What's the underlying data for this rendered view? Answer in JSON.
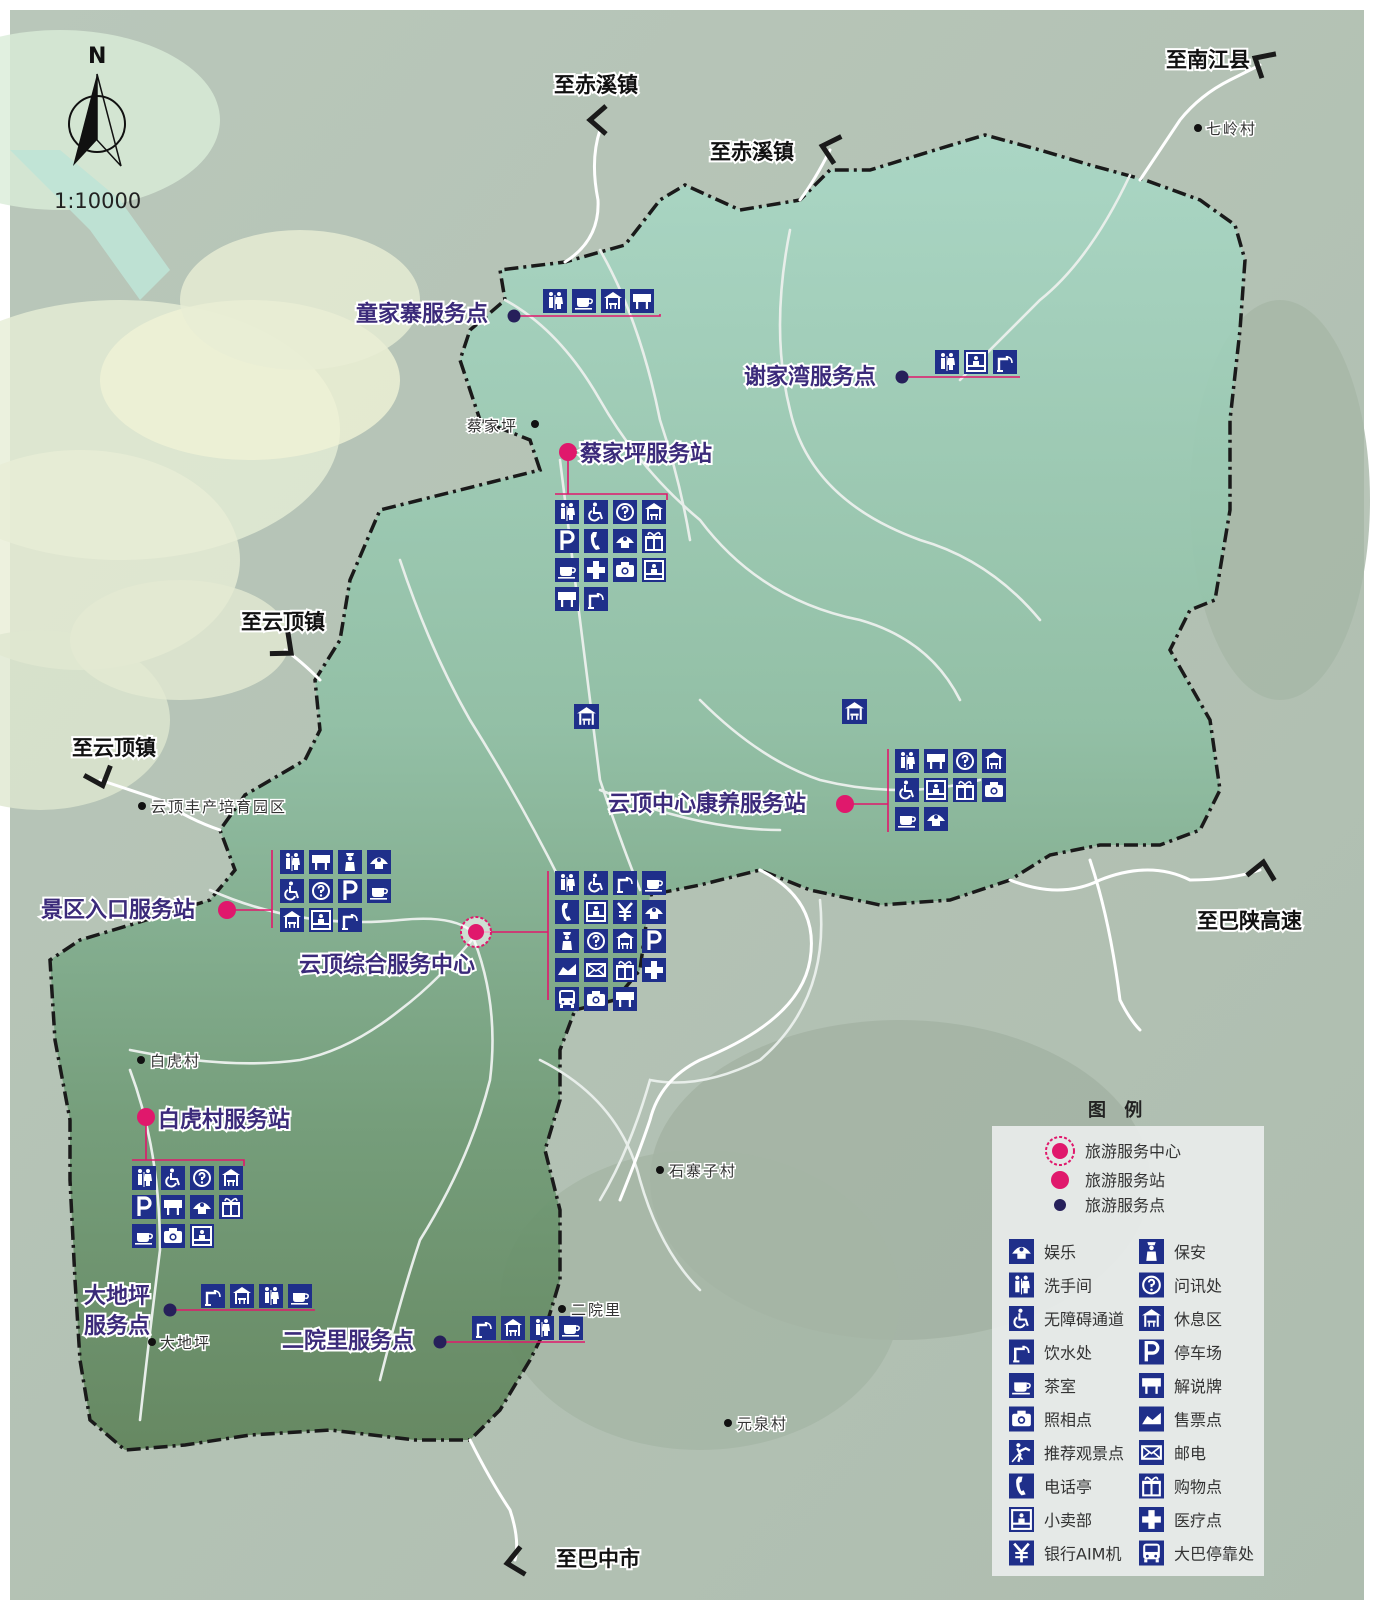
{
  "map": {
    "north": "N",
    "scale": "1:10000"
  },
  "directions": [
    {
      "id": "chixi-1",
      "text": "至赤溪镇"
    },
    {
      "id": "chixi-2",
      "text": "至赤溪镇"
    },
    {
      "id": "nanjiang",
      "text": "至南江县"
    },
    {
      "id": "yunding-1",
      "text": "至云顶镇"
    },
    {
      "id": "yunding-2",
      "text": "至云顶镇"
    },
    {
      "id": "bashan",
      "text": "至巴陕高速"
    },
    {
      "id": "bazhong",
      "text": "至巴中市"
    }
  ],
  "villages": [
    {
      "id": "qiling",
      "text": "七岭村"
    },
    {
      "id": "caijiaping",
      "text": "蔡家坪"
    },
    {
      "id": "fengchan",
      "text": "云顶丰产培育园区"
    },
    {
      "id": "baihu",
      "text": "白虎村"
    },
    {
      "id": "shizhaizi",
      "text": "石寨子村"
    },
    {
      "id": "eryuanli",
      "text": "二院里"
    },
    {
      "id": "dadiping",
      "text": "大地坪"
    },
    {
      "id": "yuanquan",
      "text": "元泉村"
    }
  ],
  "stations": [
    {
      "id": "tongjiazhai",
      "name": "童家寨服务点",
      "level": "point",
      "icons": [
        "toilet",
        "tea",
        "rest",
        "board"
      ]
    },
    {
      "id": "xiejiawan",
      "name": "谢家湾服务点",
      "level": "point",
      "icons": [
        "toilet",
        "shop",
        "water"
      ]
    },
    {
      "id": "caijiaping",
      "name": "蔡家坪服务站",
      "level": "station",
      "icons": [
        "toilet",
        "accessible",
        "info",
        "rest",
        "parking",
        "phone",
        "entertainment",
        "gift",
        "tea",
        "medical",
        "camera",
        "shop",
        "board",
        "water"
      ]
    },
    {
      "id": "kangyang",
      "name": "云顶中心康养服务站",
      "level": "station",
      "icons": [
        "toilet",
        "board",
        "info",
        "rest",
        "accessible",
        "shop",
        "gift",
        "camera",
        "tea",
        "entertainment"
      ]
    },
    {
      "id": "entrance",
      "name": "景区入口服务站",
      "level": "station",
      "icons": [
        "toilet",
        "board",
        "security",
        "entertainment",
        "accessible",
        "info",
        "parking",
        "tea",
        "rest",
        "shop",
        "water"
      ]
    },
    {
      "id": "center",
      "name": "云顶综合服务中心",
      "level": "center",
      "icons": [
        "toilet",
        "accessible",
        "water",
        "tea",
        "phone",
        "shop",
        "bank",
        "entertainment",
        "security",
        "info",
        "rest",
        "parking",
        "ticket",
        "mail",
        "gift",
        "medical",
        "bus",
        "camera",
        "board"
      ]
    },
    {
      "id": "baihucun",
      "name": "白虎村服务站",
      "level": "station",
      "icons": [
        "toilet",
        "accessible",
        "info",
        "rest",
        "parking",
        "board",
        "entertainment",
        "gift",
        "tea",
        "camera",
        "shop"
      ]
    },
    {
      "id": "dadiping",
      "name_lines": [
        "大地坪",
        "服务点"
      ],
      "level": "point",
      "icons": [
        "water",
        "rest",
        "toilet",
        "tea"
      ]
    },
    {
      "id": "eryuanli",
      "name": "二院里服务点",
      "level": "point",
      "icons": [
        "water",
        "rest",
        "toilet",
        "tea"
      ]
    }
  ],
  "standalone_icons": [
    "rest",
    "rest"
  ],
  "legend": {
    "title": "图 例",
    "levels": [
      {
        "type": "center",
        "label": "旅游服务中心"
      },
      {
        "type": "station",
        "label": "旅游服务站"
      },
      {
        "type": "point",
        "label": "旅游服务点"
      }
    ],
    "icons_left": [
      {
        "icon": "entertainment",
        "label": "娱乐"
      },
      {
        "icon": "toilet",
        "label": "洗手间"
      },
      {
        "icon": "accessible",
        "label": "无障碍通道"
      },
      {
        "icon": "water",
        "label": "饮水处"
      },
      {
        "icon": "tea",
        "label": "茶室"
      },
      {
        "icon": "camera",
        "label": "照相点"
      },
      {
        "icon": "viewpoint",
        "label": "推荐观景点"
      },
      {
        "icon": "phone",
        "label": "电话亭"
      },
      {
        "icon": "shop",
        "label": "小卖部"
      },
      {
        "icon": "bank",
        "label": "银行AIM机"
      }
    ],
    "icons_right": [
      {
        "icon": "security",
        "label": "保安"
      },
      {
        "icon": "info",
        "label": "问讯处"
      },
      {
        "icon": "rest",
        "label": "休息区"
      },
      {
        "icon": "parking",
        "label": "停车场"
      },
      {
        "icon": "board",
        "label": "解说牌"
      },
      {
        "icon": "ticket",
        "label": "售票点"
      },
      {
        "icon": "mail",
        "label": "邮电"
      },
      {
        "icon": "gift",
        "label": "购物点"
      },
      {
        "icon": "medical",
        "label": "医疗点"
      },
      {
        "icon": "bus",
        "label": "大巴停靠处"
      }
    ]
  },
  "colors": {
    "station_pink": "#e0186c",
    "point_navy": "#26205a",
    "icon_blue": "#1f2f8a",
    "label_purple": "#3b2a7a"
  }
}
